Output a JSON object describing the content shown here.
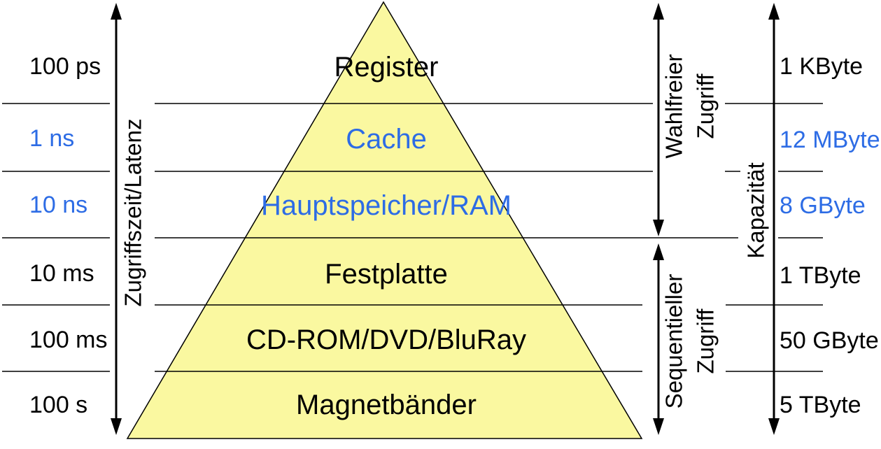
{
  "diagram": {
    "type": "memory-hierarchy-pyramid",
    "colors": {
      "pyramid_fill": "#FAF8A0",
      "pyramid_stroke": "#000000",
      "line": "#000000",
      "highlight_blue": "#2D6CE5",
      "text_black": "#000000"
    },
    "left_axis": {
      "label": "Zugriffszeit/Latenz"
    },
    "right_axis": {
      "label": "Kapazität"
    },
    "access_modes": {
      "random": {
        "line1": "Wahlfreier",
        "line2": "Zugriff"
      },
      "sequential": {
        "line1": "Sequentieller",
        "line2": "Zugriff"
      }
    },
    "rows": [
      {
        "level": "Register",
        "latency": "100 ps",
        "capacity": "1 KByte",
        "color": "#000000"
      },
      {
        "level": "Cache",
        "latency": "1 ns",
        "capacity": "12 MByte",
        "color": "#2D6CE5"
      },
      {
        "level": "Hauptspeicher/RAM",
        "latency": "10 ns",
        "capacity": "8 GByte",
        "color": "#2D6CE5"
      },
      {
        "level": "Festplatte",
        "latency": "10 ms",
        "capacity": "1 TByte",
        "color": "#000000"
      },
      {
        "level": "CD-ROM/DVD/BluRay",
        "latency": "100 ms",
        "capacity": "50 GByte",
        "color": "#000000"
      },
      {
        "level": "Magnetbänder",
        "latency": "100 s",
        "capacity": "5 TByte",
        "color": "#000000"
      }
    ]
  }
}
